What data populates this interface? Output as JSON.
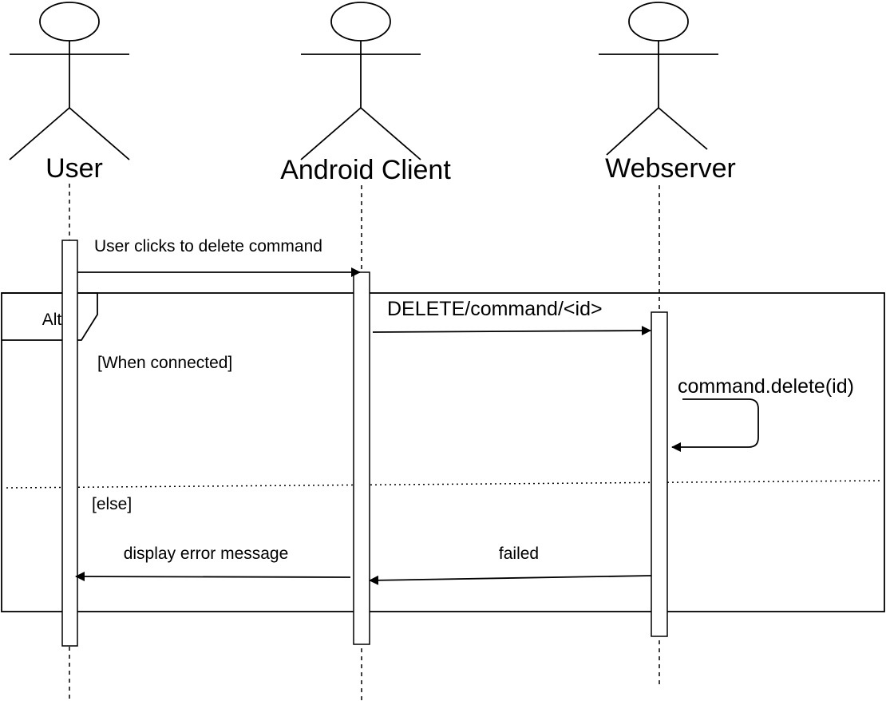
{
  "actors": [
    {
      "name": "User"
    },
    {
      "name": "Android Client"
    },
    {
      "name": "Webserver"
    }
  ],
  "frame": {
    "operator": "Alt",
    "guard_primary": "[When connected]",
    "guard_else": "[else]"
  },
  "messages": {
    "user_to_client": "User clicks to delete command",
    "client_to_server": "DELETE/command/<id>",
    "server_self": "command.delete(id)",
    "server_to_client": "failed",
    "client_to_user": "display error message"
  }
}
